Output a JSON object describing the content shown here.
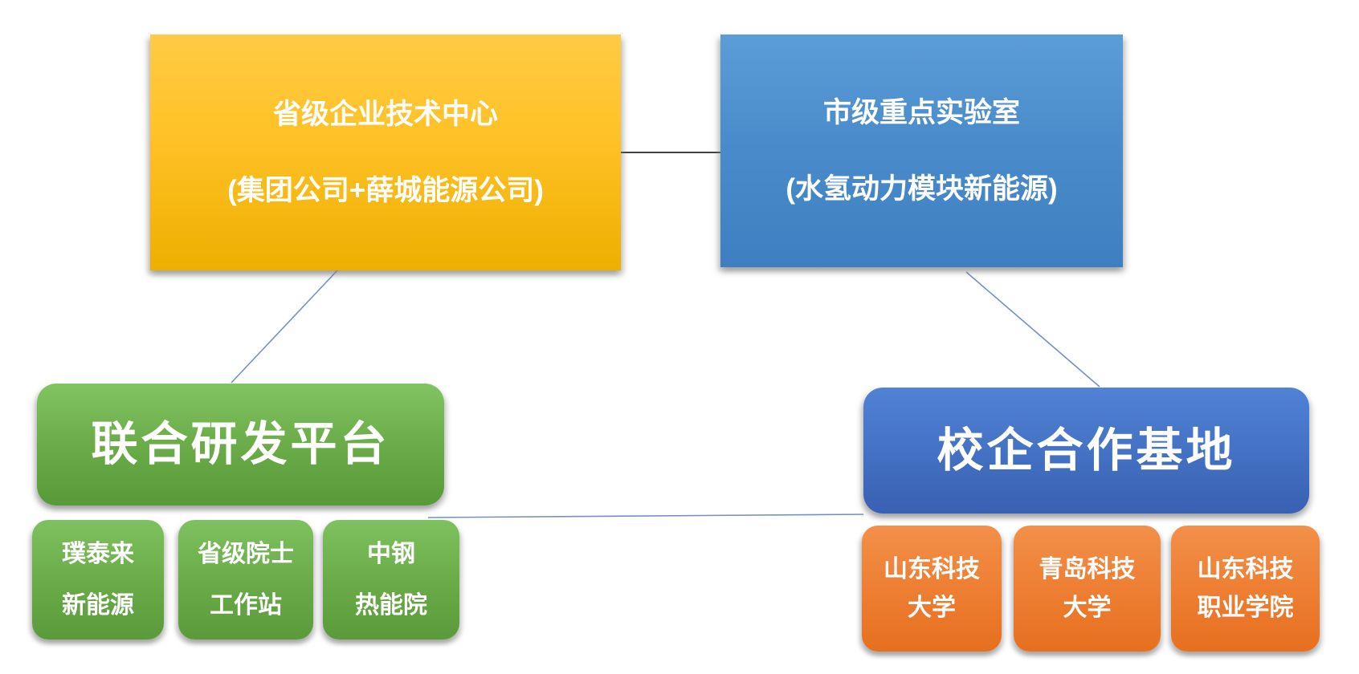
{
  "diagram": {
    "nodes": {
      "provincial_tech_center": {
        "line1": "省级企业技术中心",
        "line2": "(集团公司+薛城能源公司)",
        "fill_top": "#FFCB45",
        "fill_bottom": "#EDAF00"
      },
      "municipal_key_lab": {
        "line1": "市级重点实验室",
        "line2": "(水氢动力模块新能源)",
        "fill_top": "#5C9DD8",
        "fill_bottom": "#3E7FC1"
      },
      "joint_rd_platform": {
        "label": "联合研发平台",
        "fill_top": "#82C363",
        "fill_bottom": "#589939"
      },
      "school_enterprise_base": {
        "label": "校企合作基地",
        "fill_top": "#5182D6",
        "fill_bottom": "#3A60B2"
      },
      "rd_partners": [
        {
          "line1": "璞泰来",
          "line2": "新能源"
        },
        {
          "line1": "省级院士",
          "line2": "工作站"
        },
        {
          "line1": "中钢",
          "line2": "热能院"
        }
      ],
      "partner_schools": [
        {
          "line1": "山东科技",
          "line2": "大学"
        },
        {
          "line1": "青岛科技",
          "line2": "大学"
        },
        {
          "line1": "山东科技",
          "line2": "职业学院"
        }
      ]
    },
    "connectors": {
      "center_to_lab_color": "#404040",
      "branch_color": "#7390C4"
    }
  }
}
